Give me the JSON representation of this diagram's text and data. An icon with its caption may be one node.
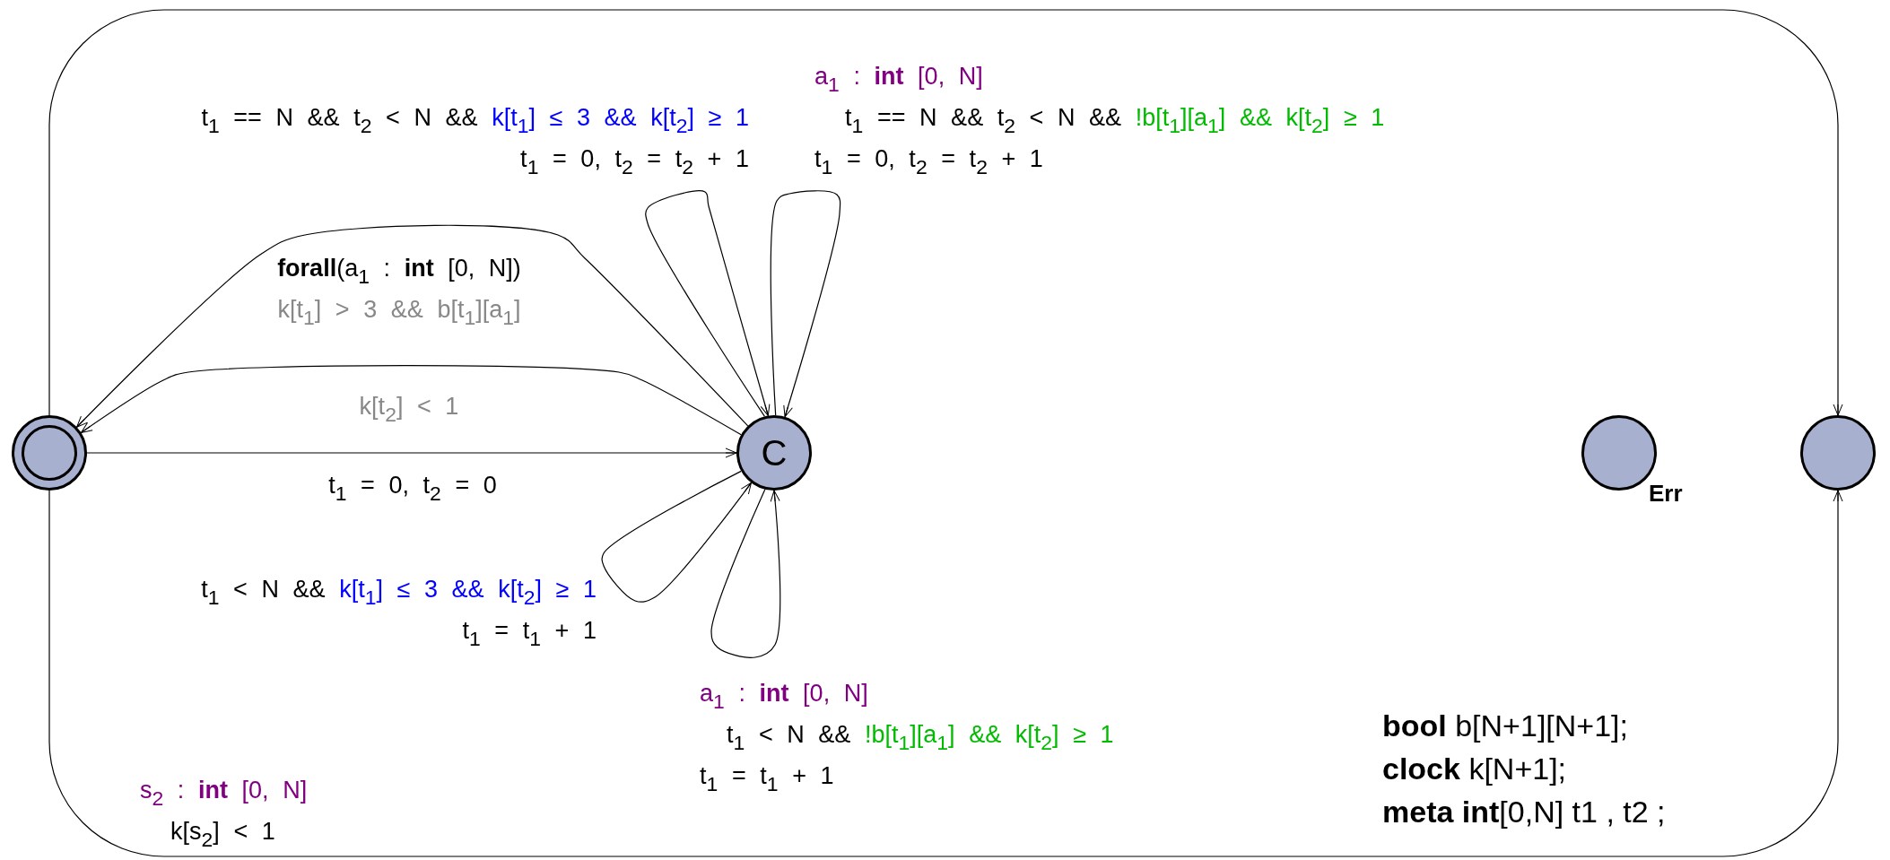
{
  "diagram": {
    "nodes": [
      {
        "text": [],
        "shape": "circle"
      },
      {
        "text": [
          "C"
        ]
      },
      {
        "text": [],
        "shape": "circle",
        "beside": [
          "Err"
        ]
      },
      {
        "text": [],
        "shape": "circle"
      }
    ],
    "edges": [
      {
        "from": 0,
        "to": 1,
        "arrow": "to",
        "label": "t$_{1}$ = 0, t$_{2}$ = 0"
      },
      {
        "from": 1,
        "to": 0,
        "arrow": "to",
        "label": "**forall**(a$_{1}$ : **int** [0, N]) k[t$_{1}$] > 3 && b[t$_{1}$][a$_{1}$]"
      },
      {
        "from": 1,
        "to": 0,
        "arrow": "to",
        "label": "k[t$_{2}$] < 1"
      },
      {
        "from": 1,
        "to": 1,
        "arrow": "to",
        "label": "t$_{1}$ == N && t$_{2}$ < N && k[t$_{1}$] ≤ 3 && k[t$_{2}$] ≥ 1 t$_{1}$ = 0, t$_{2}$ = t$_{2}$ + 1"
      },
      {
        "from": 1,
        "to": 1,
        "arrow": "to",
        "label": "a$_{1}$ : **int** [0, N] t$_{1}$ == N && t$_{2}$ < N && !b[t$_{1}$][a$_{1}$] && k[t$_{2}$] ≥ 1 t$_{1}$ = 0, t$_{2}$ = t$_{2}$ + 1"
      },
      {
        "from": 1,
        "to": 1,
        "arrow": "to",
        "label": "t$_{1}$ < N && k[t$_{1}$] ≤ 3 && k[t$_{2}$] ≥ 1 t$_{1}$ = t$_{1}$ + 1"
      },
      {
        "from": 1,
        "to": 1,
        "arrow": "to",
        "label": "a$_{1}$ : **int** [0, N] t$_{1}$ < N && !b[t$_{1}$][a$_{1}$] && k[t$_{2}$] ≥ 1 t$_{1}$ = t$_{1}$ + 1"
      },
      {
        "from": 0,
        "to": 3,
        "arrow": "to"
      },
      {
        "from": 0,
        "to": 3,
        "arrow": "to",
        "label": "s$_{2}$ : **int** [0, N] k[s$_{2}$] < 1"
      }
    ],
    "labels": [
      "**bool** b[N+1][N+1];",
      "**clock** k[N+1];",
      "**meta int**[0,N] t1 , t2 ;"
    ]
  }
}
